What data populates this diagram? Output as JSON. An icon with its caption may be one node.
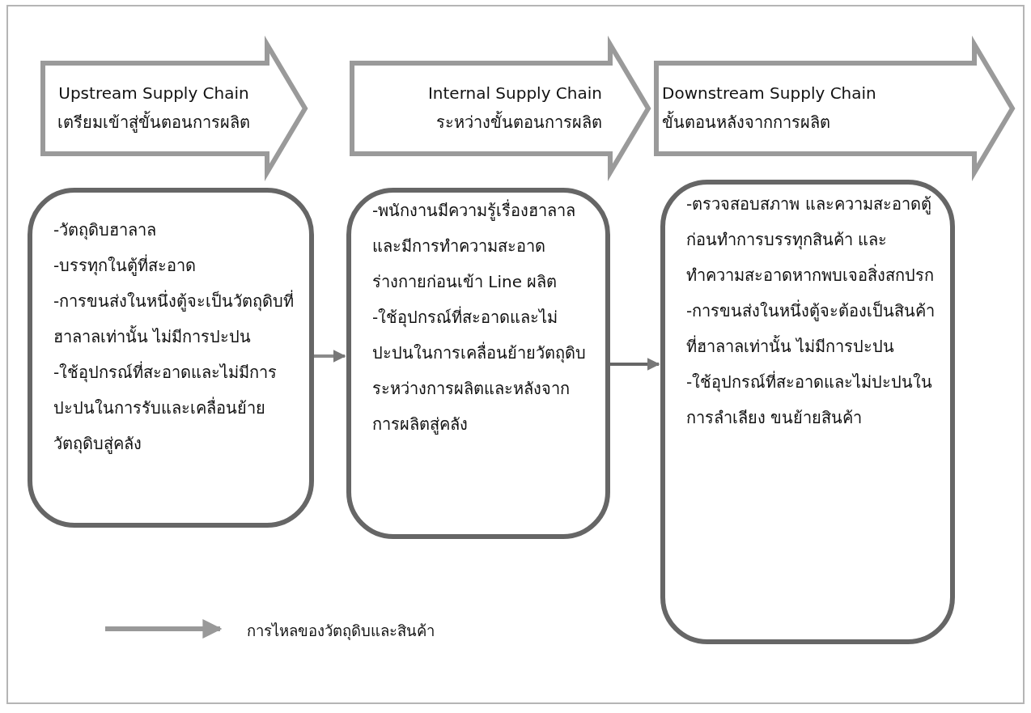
{
  "diagram": {
    "nodes": [
      {
        "text": [
          "Upstream Supply Chain",
          "เตรียมเข้าสู่ขั้นตอนการผลิต"
        ]
      },
      {
        "text": [
          "Internal Supply Chain",
          "ระหว่างขั้นตอนการผลิต"
        ]
      },
      {
        "text": [
          "Downstream Supply Chain",
          "ขั้นตอนหลังจากการผลิต"
        ]
      },
      {
        "text": [
          "-วัตถุดิบฮาลาล",
          "-บรรทุกในตู้ที่สะอาด",
          "-การขนส่งในหนึ่งตู้จะเป็นวัตถุดิบที่ฮาลาลเท่านั้น ไม่มีการปะปน",
          "-ใช้อุปกรณ์ที่สะอาดและไม่มีการปะปนในการรับและเคลื่อนย้ายวัตถุดิบสู่คลัง"
        ]
      },
      {
        "text": [
          "-พนักงานมีความรู้เรื่องฮาลาลและมีการทำความสะอาดร่างกายก่อนเข้า Line ผลิต",
          "-ใช้อุปกรณ์ที่สะอาดและไม่ปะปนในการเคลื่อนย้ายวัตถุดิบระหว่างการผลิตและหลังจากการผลิตสู่คลัง"
        ]
      },
      {
        "text": [
          "-ตรวจสอบสภาพ และความสะอาดตู้ก่อนทำการบรรทุกสินค้า และทำความสะอาดหากพบเจอสิ่งสกปรก",
          "-การขนส่งในหนึ่งตู้จะต้องเป็นสินค้าที่ฮาลาลเท่านั้น ไม่มีการปะปน",
          "-ใช้อุปกรณ์ที่สะอาดและไม่ปะปนในการลำเลียง ขนย้ายสินค้า"
        ]
      }
    ],
    "edges": [
      {
        "from": 3,
        "to": 4,
        "arrow": "to"
      },
      {
        "from": 4,
        "to": 5,
        "arrow": "to"
      }
    ],
    "legend": [
      {
        "text": "การไหลของวัตถุดิบและสินค้า"
      }
    ]
  }
}
